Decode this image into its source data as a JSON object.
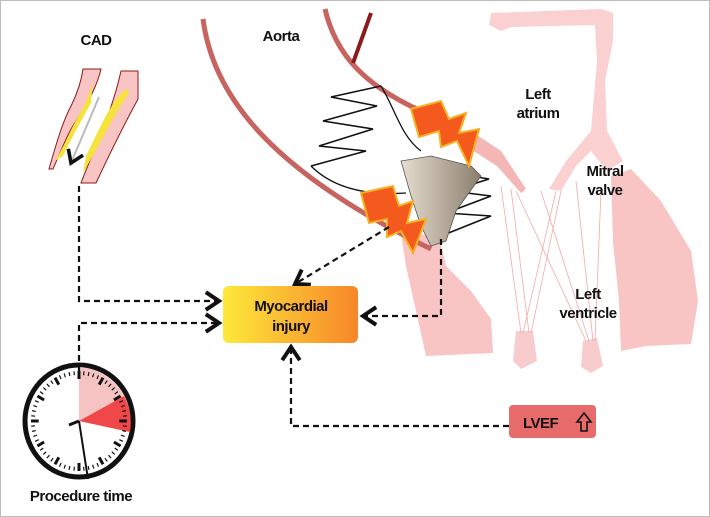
{
  "labels": {
    "cad": "CAD",
    "aorta": "Aorta",
    "left_atrium": [
      "Left",
      "atrium"
    ],
    "mitral_valve": [
      "Mitral",
      "valve"
    ],
    "left_ventricle": [
      "Left",
      "ventricle"
    ],
    "procedure_time": "Procedure time"
  },
  "center_box": {
    "lines": [
      "Myocardial",
      "injury"
    ],
    "gradient": [
      "#fde93a",
      "#f7862a"
    ]
  },
  "lvef_box": {
    "label": "LVEF",
    "icon": "arrow-up-outline-icon",
    "color": "#e86b6b"
  },
  "colors": {
    "vessel": "#c86460",
    "tissue": "#f9c4c4",
    "bolt": "#f45a1e",
    "dark_vessel": "#8b1a1a"
  }
}
